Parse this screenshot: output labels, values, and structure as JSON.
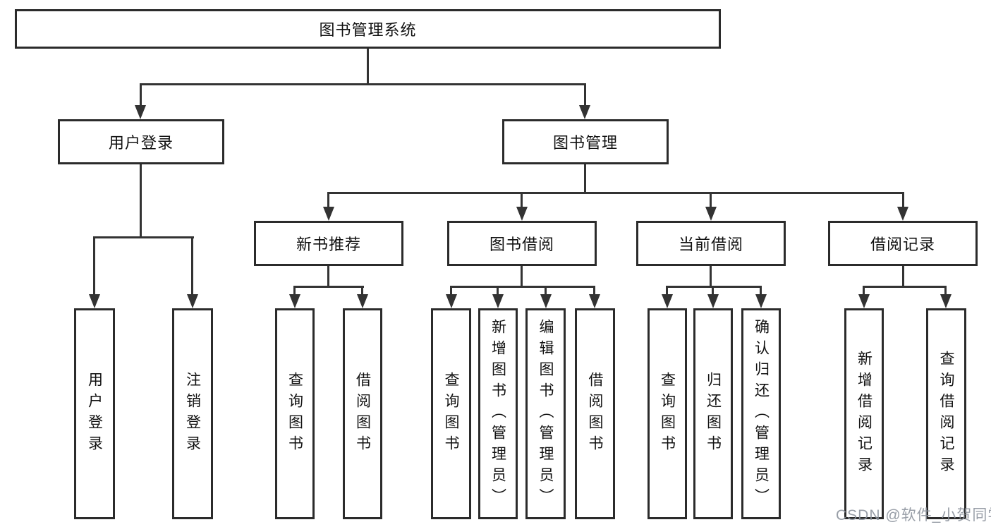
{
  "diagram_title": "图书管理系统",
  "watermark": "CSDN @软件_小贺同学",
  "colors": {
    "background": "#ffffff",
    "box_border": "#2b2b2b",
    "connector_line": "#333333",
    "text": "#111111",
    "watermark_text": "#8d949e"
  },
  "tree": {
    "root": {
      "label": "图书管理系统",
      "children": [
        {
          "label": "用户登录",
          "children": [
            {
              "label": "用户登录"
            },
            {
              "label": "注销登录"
            }
          ]
        },
        {
          "label": "图书管理",
          "children": [
            {
              "label": "新书推荐",
              "children": [
                {
                  "label": "查询图书"
                },
                {
                  "label": "借阅图书"
                }
              ]
            },
            {
              "label": "图书借阅",
              "children": [
                {
                  "label": "查询图书"
                },
                {
                  "label": "新增图书（管理员）"
                },
                {
                  "label": "编辑图书（管理员）"
                },
                {
                  "label": "借阅图书"
                }
              ]
            },
            {
              "label": "当前借阅",
              "children": [
                {
                  "label": "查询图书"
                },
                {
                  "label": "归还图书"
                },
                {
                  "label": "确认归还（管理员）"
                }
              ]
            },
            {
              "label": "借阅记录",
              "children": [
                {
                  "label": "新增借阅记录"
                },
                {
                  "label": "查询借阅记录"
                }
              ]
            }
          ]
        }
      ]
    }
  }
}
